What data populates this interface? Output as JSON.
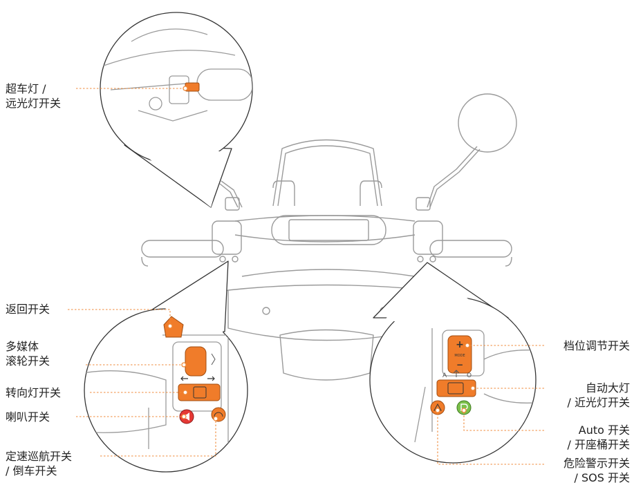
{
  "colors": {
    "outline": "#9a9a9a",
    "accent_orange": "#f07c2a",
    "leader_line": "#ef8a3a",
    "horn_red": "#e53935",
    "seat_green": "#7cc04b",
    "label_text": "#222222"
  },
  "labels": {
    "flash": [
      "超车灯 /",
      "远光灯开关"
    ],
    "back": [
      "返回开关"
    ],
    "wheel": [
      "多媒体",
      "滚轮开关"
    ],
    "turn": [
      "转向灯开关"
    ],
    "horn": [
      "喇叭开关"
    ],
    "cruise": [
      "定速巡航开关",
      "/ 倒车开关"
    ],
    "gear": [
      "档位调节开关"
    ],
    "autolight": [
      "自动大灯",
      "/ 近光灯开关"
    ],
    "auto_seat": [
      "Auto 开关",
      "/ 开座桶开关"
    ],
    "hazard": [
      "危险警示开关",
      "/ SOS 开关"
    ]
  },
  "switch_text": {
    "mode": "MODE",
    "plus": "+",
    "minus": "−",
    "auto_a": "A",
    "off_o": "O"
  },
  "icons": {
    "horn": "horn-icon",
    "cruise": "speedometer-icon",
    "hazard": "hazard-triangle-icon",
    "seat": "seat-p-icon",
    "turn_left": "arrow-left-icon",
    "turn_right": "arrow-right-icon"
  }
}
